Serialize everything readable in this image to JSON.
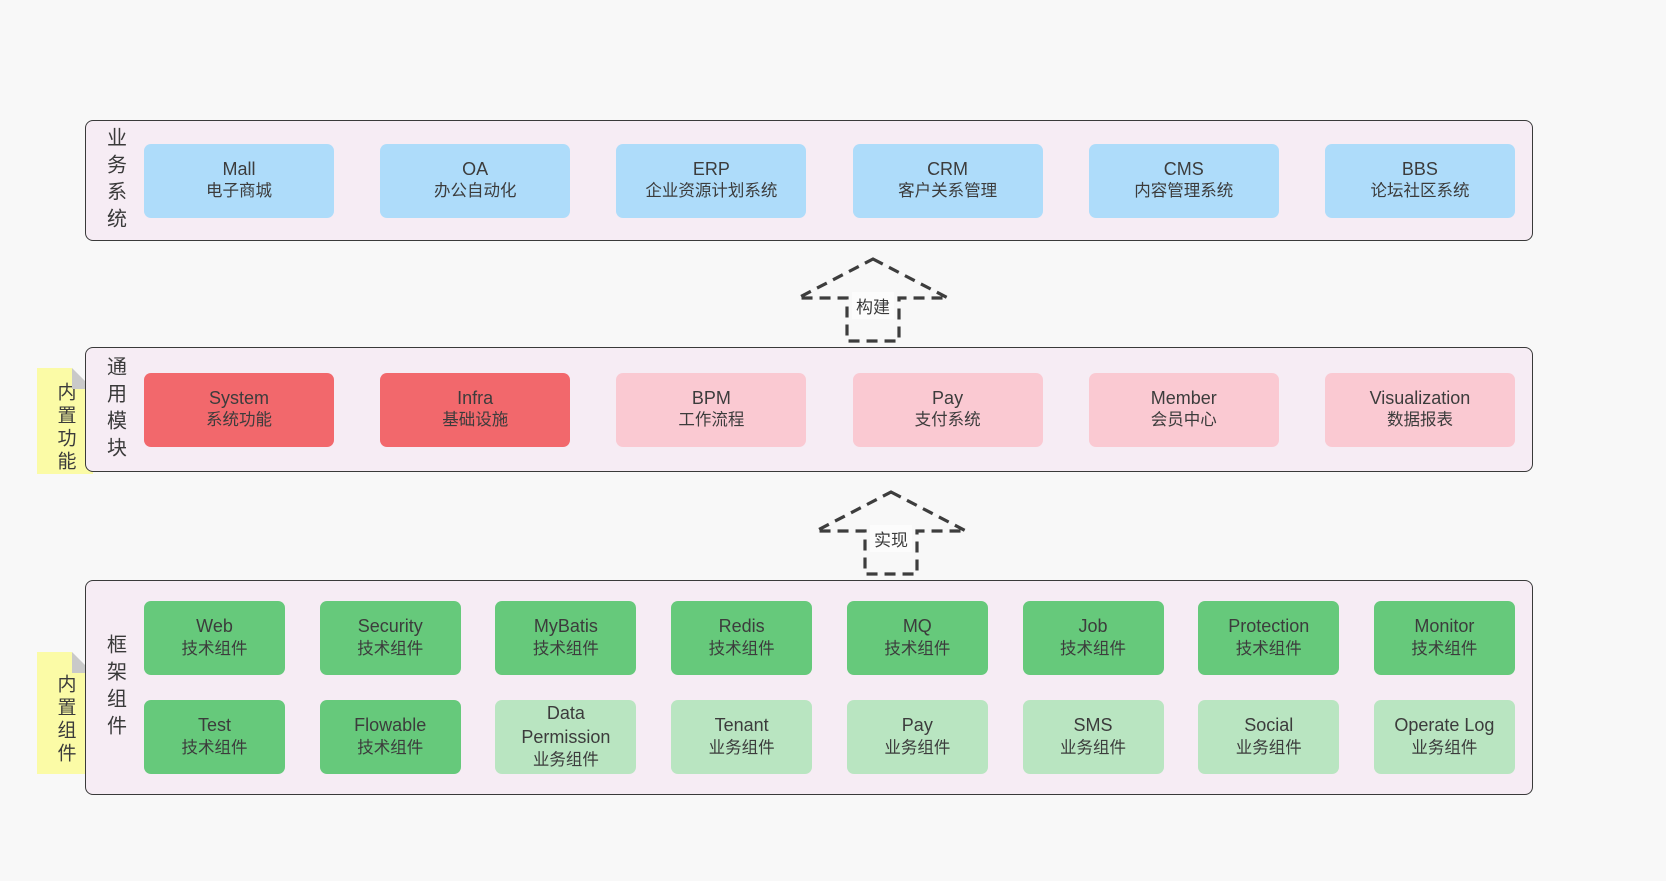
{
  "palette": {
    "page_bg": "#f8f8f8",
    "panel_bg": "#f6ecf4",
    "panel_border": "#3a3a3a",
    "blue_box": "#aedcfa",
    "red_box": "#f2686c",
    "pink_box": "#fac9d2",
    "green_box": "#66c97b",
    "light_green_box": "#b9e5c1",
    "note_yellow": "#fbfba6",
    "note_fold_gray": "#c9c9c9"
  },
  "layers": {
    "business": {
      "label": "业务系统",
      "boxes": [
        {
          "title": "Mall",
          "subtitle": "电子商城"
        },
        {
          "title": "OA",
          "subtitle": "办公自动化"
        },
        {
          "title": "ERP",
          "subtitle": "企业资源计划系统"
        },
        {
          "title": "CRM",
          "subtitle": "客户关系管理"
        },
        {
          "title": "CMS",
          "subtitle": "内容管理系统"
        },
        {
          "title": "BBS",
          "subtitle": "论坛社区系统"
        }
      ]
    },
    "modules": {
      "label": "通用模块",
      "note": "内置功能",
      "boxes": [
        {
          "title": "System",
          "subtitle": "系统功能"
        },
        {
          "title": "Infra",
          "subtitle": "基础设施"
        },
        {
          "title": "BPM",
          "subtitle": "工作流程"
        },
        {
          "title": "Pay",
          "subtitle": "支付系统"
        },
        {
          "title": "Member",
          "subtitle": "会员中心"
        },
        {
          "title": "Visualization",
          "subtitle": "数据报表"
        }
      ]
    },
    "components": {
      "label": "框架组件",
      "note": "内置组件",
      "row1": [
        {
          "title": "Web",
          "subtitle": "技术组件"
        },
        {
          "title": "Security",
          "subtitle": "技术组件"
        },
        {
          "title": "MyBatis",
          "subtitle": "技术组件"
        },
        {
          "title": "Redis",
          "subtitle": "技术组件"
        },
        {
          "title": "MQ",
          "subtitle": "技术组件"
        },
        {
          "title": "Job",
          "subtitle": "技术组件"
        },
        {
          "title": "Protection",
          "subtitle": "技术组件"
        },
        {
          "title": "Monitor",
          "subtitle": "技术组件"
        }
      ],
      "row2": [
        {
          "title": "Test",
          "subtitle": "技术组件"
        },
        {
          "title": "Flowable",
          "subtitle": "技术组件"
        },
        {
          "title": "Data Permission",
          "subtitle": "业务组件"
        },
        {
          "title": "Tenant",
          "subtitle": "业务组件"
        },
        {
          "title": "Pay",
          "subtitle": "业务组件"
        },
        {
          "title": "SMS",
          "subtitle": "业务组件"
        },
        {
          "title": "Social",
          "subtitle": "业务组件"
        },
        {
          "title": "Operate Log",
          "subtitle": "业务组件"
        }
      ]
    }
  },
  "arrows": [
    {
      "label": "构建"
    },
    {
      "label": "实现"
    }
  ]
}
